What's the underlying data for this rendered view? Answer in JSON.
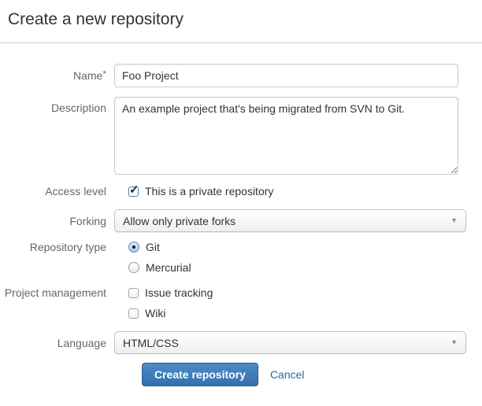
{
  "page": {
    "title": "Create a new repository"
  },
  "form": {
    "name": {
      "label": "Name",
      "required_marker": "*",
      "value": "Foo Project"
    },
    "description": {
      "label": "Description",
      "value": "An example project that's being migrated from SVN to Git."
    },
    "access_level": {
      "label": "Access level",
      "option": "This is a private repository",
      "checked": true
    },
    "forking": {
      "label": "Forking",
      "selected": "Allow only private forks"
    },
    "repository_type": {
      "label": "Repository type",
      "options": [
        {
          "label": "Git",
          "selected": true
        },
        {
          "label": "Mercurial",
          "selected": false
        }
      ]
    },
    "project_management": {
      "label": "Project management",
      "options": [
        {
          "label": "Issue tracking",
          "checked": false
        },
        {
          "label": "Wiki",
          "checked": false
        }
      ]
    },
    "language": {
      "label": "Language",
      "selected": "HTML/CSS"
    }
  },
  "actions": {
    "submit_label": "Create repository",
    "cancel_label": "Cancel"
  },
  "icons": {
    "dropdown_arrow": "▼",
    "checkmark": "✓"
  },
  "colors": {
    "primary_button": "#3572b0",
    "link": "#2a67a5",
    "required_asterisk": "#d04437",
    "label_text": "#666666",
    "divider": "#cccccc"
  }
}
